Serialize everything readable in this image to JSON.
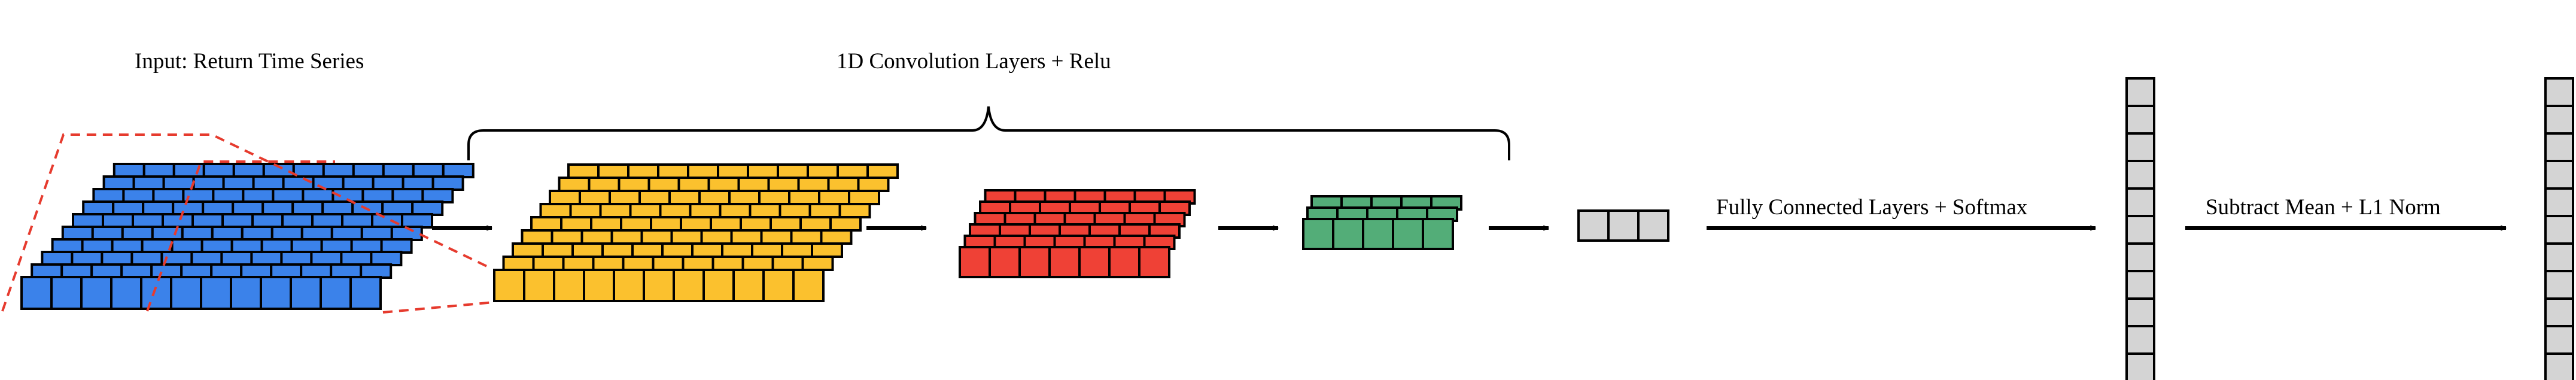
{
  "labels": {
    "input": "Input:  Return Time Series",
    "conv": "1D Convolution Layers + Relu",
    "fc": "Fully Connected Layers + Softmax",
    "norm": "Subtract Mean + L1 Norm"
  },
  "colors": {
    "input": "#3b82ea",
    "conv1": "#fbc12e",
    "conv2": "#ef4136",
    "conv3": "#53ad78",
    "vector": "#d4d4d4",
    "outline": "#000000",
    "dashed": "#e63b2e"
  },
  "stacks": [
    {
      "name": "input-stack",
      "color_key": "input",
      "layers": 10,
      "cells": 12
    },
    {
      "name": "conv-stack-1",
      "color_key": "conv1",
      "layers": 9,
      "cells": 11
    },
    {
      "name": "conv-stack-2",
      "color_key": "conv2",
      "layers": 6,
      "cells": 7
    },
    {
      "name": "conv-stack-3",
      "color_key": "conv3",
      "layers": 3,
      "cells": 5
    }
  ],
  "flatten_vector": {
    "cells": 3
  },
  "column_vectors": [
    {
      "name": "softmax-output-vector",
      "cells": 11
    },
    {
      "name": "normalized-output-vector",
      "cells": 11
    }
  ]
}
